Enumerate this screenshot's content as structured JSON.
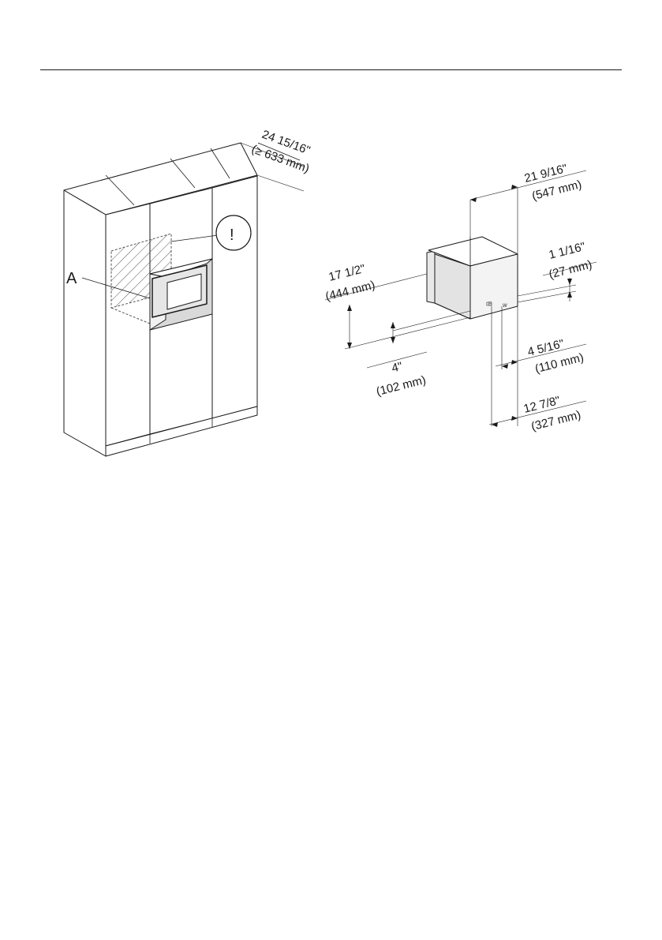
{
  "header": {
    "rule": true
  },
  "diagram": {
    "callout_label": "A",
    "warning_symbol": "!",
    "cabinet": {
      "width_dim": {
        "imperial": "24 15/16\"",
        "metric": "(≥ 633 mm)"
      }
    },
    "appliance": {
      "depth_dim": {
        "imperial": "21 9/16\"",
        "metric": "(547 mm)"
      },
      "front_dim": {
        "imperial": "1 1/16\"",
        "metric": "(27 mm)"
      },
      "height_dim": {
        "imperial": "17 1/2\"",
        "metric": "(444 mm)"
      },
      "bottom_dim": {
        "imperial": "4\"",
        "metric": "(102 mm)"
      },
      "conn_dim_1": {
        "imperial": "4 5/16\"",
        "metric": "(110 mm)"
      },
      "conn_dim_2": {
        "imperial": "12 7/8\"",
        "metric": "(327 mm)"
      },
      "conn_labels": {
        "e": "E",
        "w": "W"
      }
    }
  }
}
